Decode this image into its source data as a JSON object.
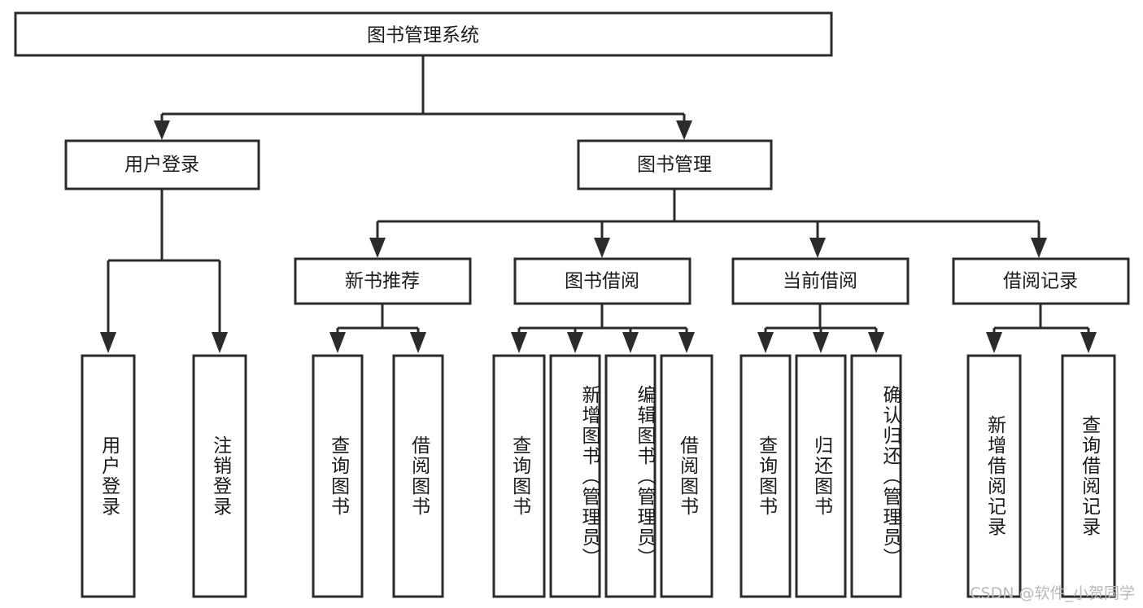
{
  "diagram": {
    "type": "tree",
    "title": "图书管理系统",
    "orientation": "top-down",
    "colors": {
      "box_stroke": "#2b2b2b",
      "box_fill": "#ffffff",
      "text": "#1a1a1a",
      "background": "#ffffff",
      "watermark": "#b9b9b9"
    },
    "levels": {
      "root": {
        "label": "图书管理系统"
      },
      "level2": [
        {
          "label": "用户登录"
        },
        {
          "label": "图书管理"
        }
      ],
      "level3": [
        {
          "label": "新书推荐"
        },
        {
          "label": "图书借阅"
        },
        {
          "label": "当前借阅"
        },
        {
          "label": "借阅记录"
        }
      ],
      "leaves": [
        {
          "label": "用户登录",
          "parent": "用户登录"
        },
        {
          "label": "注销登录",
          "parent": "用户登录"
        },
        {
          "label": "查询图书",
          "parent": "新书推荐"
        },
        {
          "label": "借阅图书",
          "parent": "新书推荐"
        },
        {
          "label": "查询图书",
          "parent": "图书借阅"
        },
        {
          "label": "新增图书（管理员）",
          "parent": "图书借阅"
        },
        {
          "label": "编辑图书（管理员）",
          "parent": "图书借阅"
        },
        {
          "label": "借阅图书",
          "parent": "图书借阅"
        },
        {
          "label": "查询图书",
          "parent": "当前借阅"
        },
        {
          "label": "归还图书",
          "parent": "当前借阅"
        },
        {
          "label": "确认归还（管理员）",
          "parent": "当前借阅"
        },
        {
          "label": "新增借阅记录",
          "parent": "借阅记录"
        },
        {
          "label": "查询借阅记录",
          "parent": "借阅记录"
        }
      ]
    }
  },
  "watermark": {
    "text": "CSDN @软件_小贺同学"
  }
}
